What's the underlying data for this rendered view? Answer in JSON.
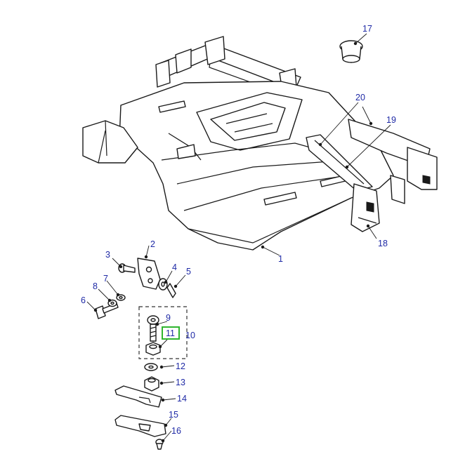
{
  "callouts": {
    "c1": "1",
    "c2": "2",
    "c3": "3",
    "c4": "4",
    "c5": "5",
    "c6": "6",
    "c7": "7",
    "c8": "8",
    "c9": "9",
    "c10": "10",
    "c11": "11",
    "c12": "12",
    "c13": "13",
    "c14": "14",
    "c15": "15",
    "c16": "16",
    "c17": "17",
    "c18": "18",
    "c19": "19",
    "c20": "20"
  },
  "colors": {
    "callout_text": "#1f2aa6",
    "line": "#1a1a1a",
    "highlight": "#2fb52f"
  },
  "highlighted_callout": "11"
}
